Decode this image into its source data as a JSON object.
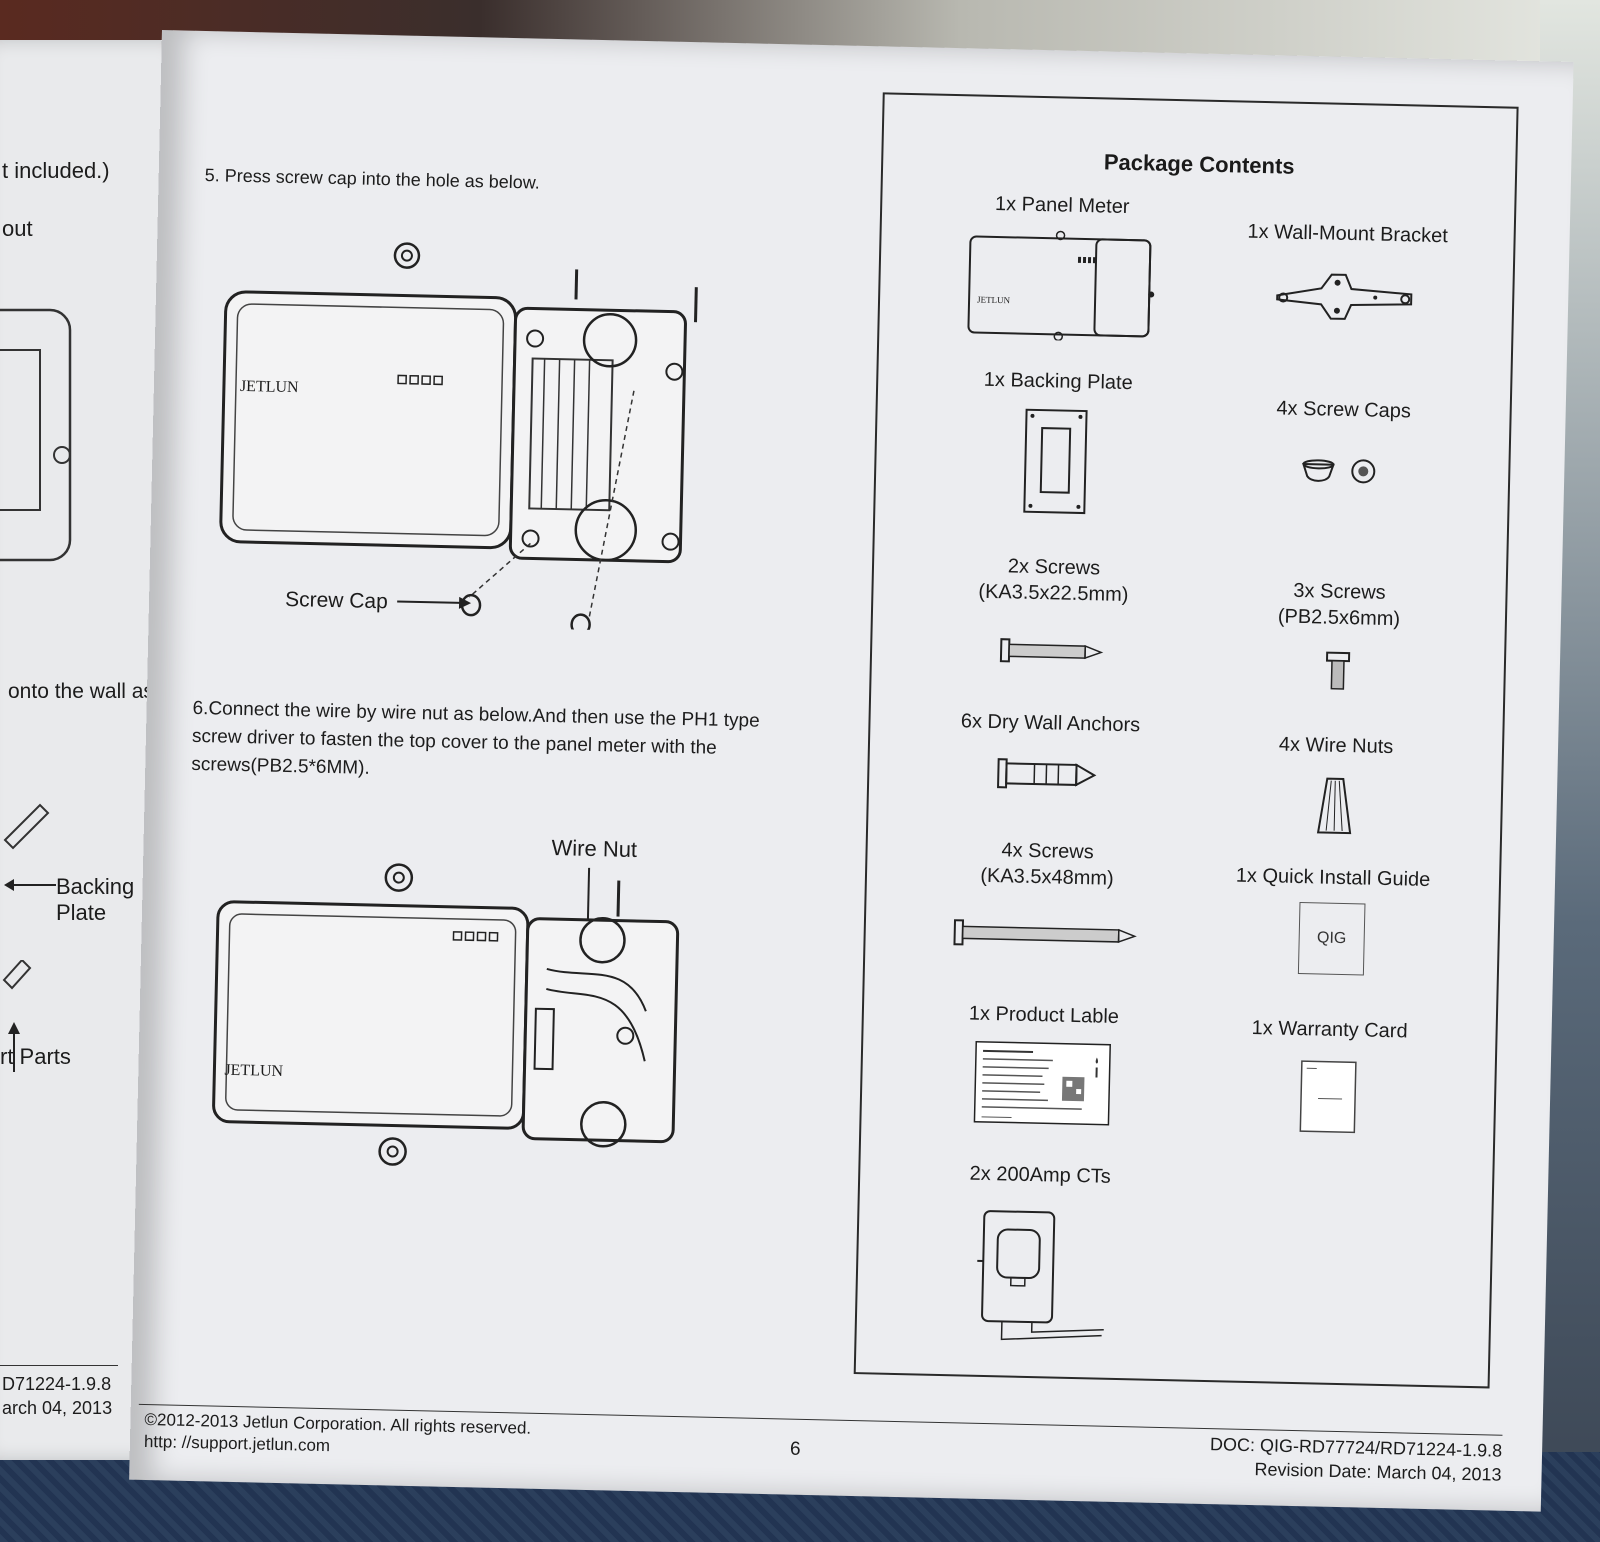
{
  "left_page": {
    "lines": [
      "t included.)",
      "out",
      "onto the wall as"
    ],
    "labels": {
      "backing": "Backing",
      "plate": "Plate",
      "parts": "rt Parts"
    },
    "footer": {
      "doc": "D71224-1.9.8",
      "date": "arch 04, 2013"
    }
  },
  "steps": {
    "step5": "5. Press screw cap into the hole as below.",
    "step6": "6.Connect the wire by wire nut as below.And then use the PH1 type screw driver to fasten the top cover to the panel meter with the screws(PB2.5*6MM).",
    "brand": "JETLUN",
    "screw_cap_label": "Screw Cap",
    "wire_nut_label": "Wire Nut"
  },
  "package": {
    "title": "Package Contents",
    "items": [
      {
        "id": "panel-meter",
        "name": "1x Panel Meter",
        "sub": ""
      },
      {
        "id": "wall-mount-bracket",
        "name": "1x Wall-Mount Bracket",
        "sub": ""
      },
      {
        "id": "backing-plate",
        "name": "1x Backing Plate",
        "sub": ""
      },
      {
        "id": "screw-caps",
        "name": "4x Screw Caps",
        "sub": ""
      },
      {
        "id": "screws-ka35-225",
        "name": "2x Screws",
        "sub": "(KA3.5x22.5mm)"
      },
      {
        "id": "screws-pb25-6",
        "name": "3x Screws",
        "sub": "(PB2.5x6mm)"
      },
      {
        "id": "dry-wall-anchors",
        "name": "6x Dry Wall Anchors",
        "sub": ""
      },
      {
        "id": "wire-nuts",
        "name": "4x Wire Nuts",
        "sub": ""
      },
      {
        "id": "screws-ka35-48",
        "name": "4x Screws",
        "sub": "(KA3.5x48mm)"
      },
      {
        "id": "quick-install-guide",
        "name": "1x Quick Install Guide",
        "sub": ""
      },
      {
        "id": "product-lable",
        "name": "1x Product Lable",
        "sub": ""
      },
      {
        "id": "warranty-card",
        "name": "1x Warranty Card",
        "sub": ""
      },
      {
        "id": "ct-200amp",
        "name": "2x 200Amp CTs",
        "sub": ""
      }
    ],
    "qig_text": "QIG",
    "panel_meter_brand": "JETLUN"
  },
  "footer": {
    "copyright": "©2012-2013 Jetlun Corporation. All rights reserved.",
    "url": "http: //support.jetlun.com",
    "page_number": "6",
    "doc": "DOC: QIG-RD77724/RD71224-1.9.8",
    "revision": "Revision Date: March 04, 2013"
  }
}
